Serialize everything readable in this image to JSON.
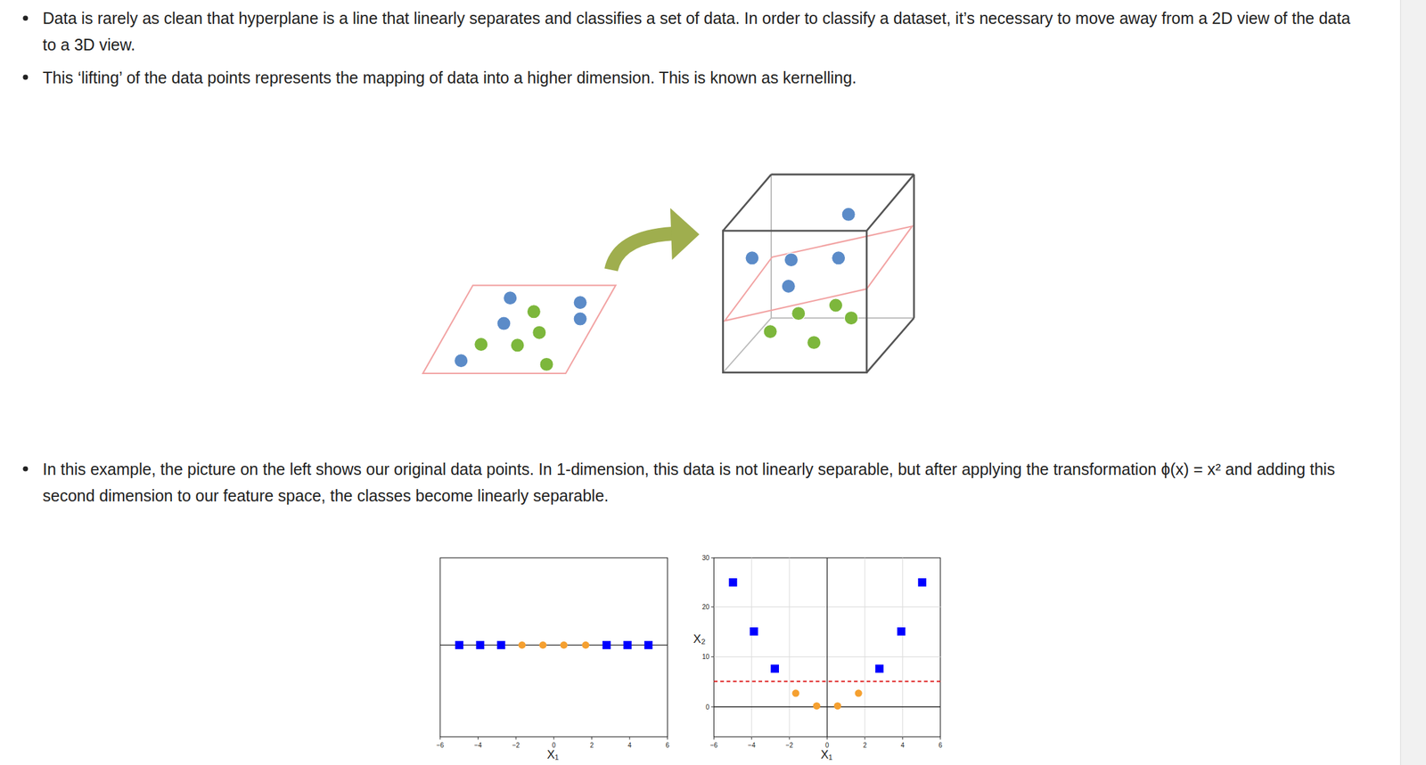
{
  "diagram": {
    "labels": [
      "Data is rarely as clean that hyperplane is a line that linearly separates and classifies a set of data. In order to classify a dataset, it’s necessary to move away from a 2D view of the data to a 3D view.",
      "This ‘lifting’ of the data points represents the mapping of data into a higher dimension. This is known as kernelling.",
      "In this example, the picture on the left shows our original data points. In 1-dimension, this data is not linearly separable, but after applying the transformation ϕ(x) = x² and adding this second dimension to our feature space, the classes become linearly separable.",
      "−6",
      "−4",
      "−2",
      "0",
      "2",
      "4",
      "6",
      "X₁",
      "30",
      "20",
      "10",
      "0",
      "X₂",
      "−6",
      "−4",
      "−2",
      "0",
      "2",
      "4",
      "6",
      "X₁"
    ]
  }
}
